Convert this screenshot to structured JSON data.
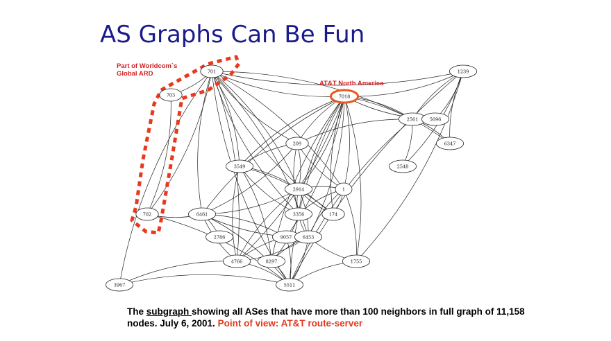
{
  "slide": {
    "title": "AS Graphs Can Be Fun"
  },
  "annotations": {
    "worldcom": "Part of Worldcom`s\nGlobal ARD",
    "att": "AT&T North America"
  },
  "caption": {
    "part1": "The ",
    "subgraph": "subgraph ",
    "part2": "showing all ASes that have more than 100 neighbors in full graph of 11,158 nodes. July 6, 2001.  ",
    "highlight": "Point of view: AT&T route-server"
  },
  "colors": {
    "title": "#1a1a8c",
    "annotation": "#d32020",
    "highlight": "#e2381e",
    "highlight_node": "#e8591f",
    "dashed_outline": "#e8391e"
  },
  "graph": {
    "nodes": [
      {
        "id": "701",
        "label": "701"
      },
      {
        "id": "703",
        "label": "703"
      },
      {
        "id": "1239",
        "label": "1239"
      },
      {
        "id": "7018",
        "label": "7018",
        "highlight": true
      },
      {
        "id": "2561",
        "label": "2561"
      },
      {
        "id": "5696",
        "label": "5696"
      },
      {
        "id": "6347",
        "label": "6347"
      },
      {
        "id": "209",
        "label": "209"
      },
      {
        "id": "2548",
        "label": "2548"
      },
      {
        "id": "3549",
        "label": "3549"
      },
      {
        "id": "2914",
        "label": "2914"
      },
      {
        "id": "1",
        "label": "1"
      },
      {
        "id": "702",
        "label": "702"
      },
      {
        "id": "6461",
        "label": "6461"
      },
      {
        "id": "3356",
        "label": "3356"
      },
      {
        "id": "174",
        "label": "174"
      },
      {
        "id": "2786",
        "label": "2786"
      },
      {
        "id": "9057",
        "label": "9057"
      },
      {
        "id": "6453",
        "label": "6453"
      },
      {
        "id": "4766",
        "label": "4766"
      },
      {
        "id": "8297",
        "label": "8297"
      },
      {
        "id": "1755",
        "label": "1755"
      },
      {
        "id": "3967",
        "label": "3967"
      },
      {
        "id": "5511",
        "label": "5511"
      }
    ],
    "edges": [
      [
        "701",
        "703"
      ],
      [
        "701",
        "7018"
      ],
      [
        "701",
        "3549"
      ],
      [
        "701",
        "209"
      ],
      [
        "701",
        "2914"
      ],
      [
        "701",
        "3356"
      ],
      [
        "701",
        "1"
      ],
      [
        "701",
        "6461"
      ],
      [
        "701",
        "4766"
      ],
      [
        "701",
        "5511"
      ],
      [
        "701",
        "702"
      ],
      [
        "701",
        "1239"
      ],
      [
        "701",
        "2561"
      ],
      [
        "701",
        "174"
      ],
      [
        "701",
        "6453"
      ],
      [
        "701",
        "3967"
      ],
      [
        "1239",
        "7018"
      ],
      [
        "1239",
        "2561"
      ],
      [
        "1239",
        "5696"
      ],
      [
        "1239",
        "6347"
      ],
      [
        "1239",
        "2548"
      ],
      [
        "1239",
        "5511"
      ],
      [
        "1239",
        "1755"
      ],
      [
        "7018",
        "209"
      ],
      [
        "7018",
        "2561"
      ],
      [
        "7018",
        "5696"
      ],
      [
        "7018",
        "6347"
      ],
      [
        "7018",
        "3549"
      ],
      [
        "7018",
        "2914"
      ],
      [
        "7018",
        "3356"
      ],
      [
        "7018",
        "1"
      ],
      [
        "7018",
        "174"
      ],
      [
        "7018",
        "6453"
      ],
      [
        "7018",
        "6461"
      ],
      [
        "7018",
        "4766"
      ],
      [
        "7018",
        "5511"
      ],
      [
        "7018",
        "1755"
      ],
      [
        "7018",
        "8297"
      ],
      [
        "7018",
        "9057"
      ],
      [
        "2561",
        "209"
      ],
      [
        "2561",
        "2548"
      ],
      [
        "2561",
        "5511"
      ],
      [
        "2561",
        "6347"
      ],
      [
        "209",
        "3549"
      ],
      [
        "209",
        "2914"
      ],
      [
        "209",
        "1"
      ],
      [
        "209",
        "6461"
      ],
      [
        "209",
        "3356"
      ],
      [
        "3549",
        "2914"
      ],
      [
        "3549",
        "3356"
      ],
      [
        "3549",
        "174"
      ],
      [
        "3549",
        "4766"
      ],
      [
        "3549",
        "8297"
      ],
      [
        "2914",
        "3356"
      ],
      [
        "2914",
        "1"
      ],
      [
        "2914",
        "174"
      ],
      [
        "2914",
        "6461"
      ],
      [
        "2914",
        "4766"
      ],
      [
        "2914",
        "6453"
      ],
      [
        "1",
        "3356"
      ],
      [
        "1",
        "174"
      ],
      [
        "1",
        "6453"
      ],
      [
        "1",
        "1755"
      ],
      [
        "702",
        "6461"
      ],
      [
        "702",
        "5511"
      ],
      [
        "702",
        "703"
      ],
      [
        "6461",
        "2786"
      ],
      [
        "6461",
        "4766"
      ],
      [
        "6461",
        "9057"
      ],
      [
        "6461",
        "6453"
      ],
      [
        "6461",
        "5511"
      ],
      [
        "3356",
        "6453"
      ],
      [
        "3356",
        "8297"
      ],
      [
        "9057",
        "6453"
      ],
      [
        "9057",
        "5511"
      ],
      [
        "9057",
        "4766"
      ],
      [
        "6453",
        "4766"
      ],
      [
        "6453",
        "8297"
      ],
      [
        "6453",
        "5511"
      ],
      [
        "6453",
        "1755"
      ],
      [
        "4766",
        "5511"
      ],
      [
        "4766",
        "3967"
      ],
      [
        "8297",
        "5511"
      ],
      [
        "1755",
        "5511"
      ],
      [
        "3967",
        "5511"
      ]
    ]
  }
}
